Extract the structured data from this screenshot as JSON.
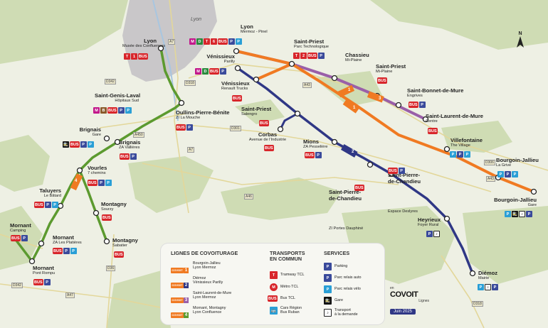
{
  "city_label": "Lyon",
  "roads": {
    "a7_top": "A7",
    "d342": "D342",
    "d318_lyon": "D318",
    "a43": "A43",
    "a450": "A450",
    "d301": "D301",
    "a7_mid": "A7",
    "a46": "A46",
    "d306": "D306",
    "a43_east": "A43",
    "d36": "D36",
    "d342_sw": "D342",
    "a47": "A47",
    "d318_se": "D318"
  },
  "stations": {
    "lyon_confluence": {
      "name": "Lyon",
      "sub": "Musée des Confluences"
    },
    "lyon_mermoz": {
      "name": "Lyon",
      "sub": "Mermoz - Pinel"
    },
    "venissieux_parilly": {
      "name": "Vénissieux",
      "sub": "Parilly"
    },
    "venissieux_renault": {
      "name": "Vénissieux",
      "sub": "Renault Trucks"
    },
    "saint_priest_parc": {
      "name": "Saint-Priest",
      "sub": "Parc Technologique"
    },
    "chassieu": {
      "name": "Chassieu",
      "sub": "Mi-Plaine"
    },
    "saint_priest_miplaine": {
      "name": "Saint-Priest",
      "sub": "Mi-Plaine"
    },
    "saint_bonnet": {
      "name": "Saint-Bonnet-de-Mure",
      "sub": "Engrives"
    },
    "saint_laurent": {
      "name": "Saint-Laurent-de-Mure",
      "sub": "Centre"
    },
    "saint_priest_salengro": {
      "name": "Saint-Priest",
      "sub": "Salengro"
    },
    "corbas": {
      "name": "Corbas",
      "sub": "Avenue de l’Industrie"
    },
    "mions": {
      "name": "Mions",
      "sub": "ZA Pesselière"
    },
    "spdc_espace": {
      "name": "Saint-Pierre-\nde-Chandieu",
      "sub": "Espace Deslyres"
    },
    "spdc_zi": {
      "name": "Saint-Pierre-\nde-Chandieu",
      "sub": "ZI Portes Dauphiné"
    },
    "villefontaine": {
      "name": "Villefontaine",
      "sub": "The Village"
    },
    "bourgoin_grive": {
      "name": "Bourgoin-Jallieu",
      "sub": "La Grive"
    },
    "bourgoin_gare": {
      "name": "Bourgoin-Jallieu",
      "sub": "Gare"
    },
    "heyrieux": {
      "name": "Heyrieux",
      "sub": "Foyer Rural"
    },
    "diemoz": {
      "name": "Diémoz",
      "sub": "Mairie"
    },
    "saint_genis": {
      "name": "Saint-Genis-Laval",
      "sub": "Hôpitaux Sud"
    },
    "oullins": {
      "name": "Oullins-Pierre-Bénite",
      "sub": "ZI La Mouche"
    },
    "brignais_gare": {
      "name": "Brignais",
      "sub": "Gare"
    },
    "brignais_za": {
      "name": "Brignais",
      "sub": "ZA Vallières"
    },
    "vourles": {
      "name": "Vourles",
      "sub": "7 chemins"
    },
    "taluyers": {
      "name": "Taluyers",
      "sub": "Le Bâtard"
    },
    "montagny_sourzy": {
      "name": "Montagny",
      "sub": "Sourzy"
    },
    "montagny_sabatier": {
      "name": "Montagny",
      "sub": "Sabatier"
    },
    "mornant_camping": {
      "name": "Mornant",
      "sub": "Camping"
    },
    "mornant_za": {
      "name": "Mornant",
      "sub": "ZA Les Platières"
    },
    "mornant_pont": {
      "name": "Mornant",
      "sub": "Pont Rompu"
    }
  },
  "badge_text": {
    "t1": "T",
    "n1": "1",
    "t2n": "2",
    "t6": "6",
    "bus": "BUS",
    "p": "P",
    "m": "M",
    "d": "D",
    "b": "B",
    "t": "T",
    "pr": "P",
    "lock": "🔒",
    "gare": "🚉",
    "tad": "♪"
  },
  "line_tags": {
    "l1": "1",
    "l2": "2",
    "l3": "3",
    "l4": "4",
    "covoit": "COVOIT"
  },
  "legend": {
    "col1_title": "LIGNES DE COVOITURAGE",
    "col2_title": "TRANSPORTS\nEN COMMUN",
    "col3_title": "SERVICES",
    "lines": [
      {
        "num": "1",
        "text": "Bourgoin-Jallieu\nLyon Mermoz",
        "color": "#f07a22"
      },
      {
        "num": "2",
        "text": "Diémoz\nVénissieux Parilly",
        "color": "#2f3785"
      },
      {
        "num": "3",
        "text": "Saint-Laurent-de-Mure\nLyon Mermoz",
        "color": "#9a5fa8"
      },
      {
        "num": "4",
        "text": "Mornant, Montagny\nLyon Confluence",
        "color": "#5c9a2f"
      }
    ],
    "transport": [
      {
        "icon": "T",
        "text": "Tramway TCL"
      },
      {
        "icon": "M",
        "text": "Métro TCL"
      },
      {
        "icon": "BUS",
        "text": "Bus TCL"
      },
      {
        "icon": "🚌",
        "text": "Cars Région\nBus Ruban"
      }
    ],
    "services": [
      {
        "icon": "P",
        "text": "Parking"
      },
      {
        "icon": "P",
        "text": "Parc relais auto"
      },
      {
        "icon": "P",
        "text": "Parc relais vélo"
      },
      {
        "icon": "🚉",
        "text": "Gare"
      },
      {
        "icon": "♪",
        "text": "Transport\nà la demande"
      }
    ]
  },
  "brand": {
    "prefix": "en",
    "name": "COVOIT",
    "suffix": "Lignes",
    "date": "Juin 2025"
  },
  "compass": "N",
  "colors": {
    "line1": "#f07a22",
    "line2": "#2f3785",
    "line3": "#9a5fa8",
    "line4": "#5c9a2f",
    "lyon_area": "#c9c7c9",
    "forest": "#cfdcb4",
    "background": "#eef0e4"
  }
}
